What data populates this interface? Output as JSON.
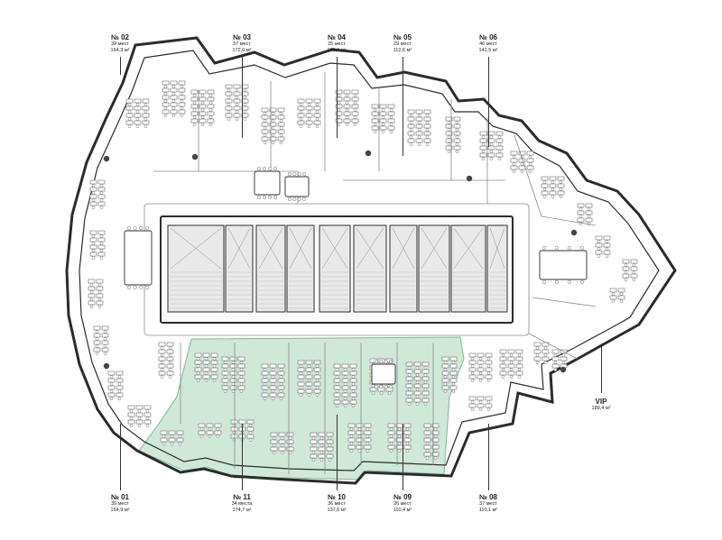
{
  "colors": {
    "wall": "#2b2b2b",
    "inner": "#8a8a8a",
    "desk": "#6d6d6d",
    "highlight": "#cfe8d8",
    "highlight_stroke": "#7fb596",
    "core": "#e9e9e9"
  },
  "zones": [
    {
      "id": "z02",
      "number": "№ 02",
      "seats": "39 мест",
      "area": "164,3 м²"
    },
    {
      "id": "z03",
      "number": "№ 03",
      "seats": "37 мест",
      "area": "172,6 м²"
    },
    {
      "id": "z04",
      "number": "№ 04",
      "seats": "25 мест",
      "area": "133,5 м²"
    },
    {
      "id": "z05",
      "number": "№ 05",
      "seats": "29 мест",
      "area": "112,6 м²"
    },
    {
      "id": "z06",
      "number": "№ 06",
      "seats": "46 мест",
      "area": "141,5 м²"
    },
    {
      "id": "zvip",
      "number": "VIP",
      "seats": "",
      "area": "189,4 м²"
    },
    {
      "id": "z01",
      "number": "№ 01",
      "seats": "39 мест",
      "area": "164,9 м²"
    },
    {
      "id": "z11",
      "number": "№ 11",
      "seats": "34 места",
      "area": "174,7 м²"
    },
    {
      "id": "z10",
      "number": "№ 10",
      "seats": "36 мест",
      "area": "137,6 м²"
    },
    {
      "id": "z09",
      "number": "№ 09",
      "seats": "26 мест",
      "area": "110,4 м²"
    },
    {
      "id": "z08",
      "number": "№ 08",
      "seats": "37 мест",
      "area": "110,1 м²"
    }
  ]
}
